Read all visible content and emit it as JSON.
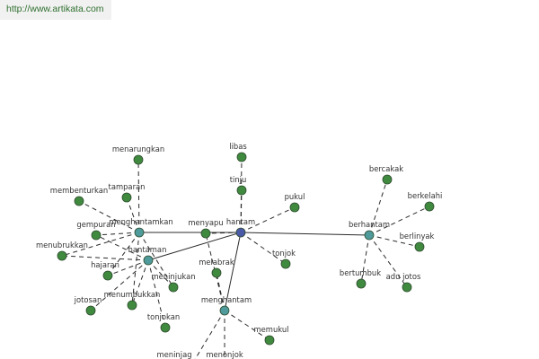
{
  "source": {
    "url_text": "http://www.artikata.com"
  },
  "graph": {
    "colors": {
      "root": "#4a5aa6",
      "hub": "#4f9a9a",
      "leaf": "#3f8a3f",
      "edge": "#2b2b2b"
    },
    "nodes": [
      {
        "id": "hantam",
        "label": "hantam",
        "kind": "root"
      },
      {
        "id": "menghantamkan",
        "label": "menghantamkan",
        "kind": "hub"
      },
      {
        "id": "hantaman",
        "label": "hantaman",
        "kind": "hub"
      },
      {
        "id": "berhantam",
        "label": "berhantam",
        "kind": "hub"
      },
      {
        "id": "menghantam",
        "label": "menghantam",
        "kind": "hub"
      },
      {
        "id": "menyapu",
        "label": "menyapu",
        "kind": "leaf"
      },
      {
        "id": "libas",
        "label": "libas",
        "kind": "leaf"
      },
      {
        "id": "tinju",
        "label": "tinju",
        "kind": "leaf"
      },
      {
        "id": "pukul",
        "label": "pukul",
        "kind": "leaf"
      },
      {
        "id": "tonjok",
        "label": "tonjok",
        "kind": "leaf"
      },
      {
        "id": "melabrak",
        "label": "melabrak",
        "kind": "leaf"
      },
      {
        "id": "menarungkan",
        "label": "menarungkan",
        "kind": "leaf"
      },
      {
        "id": "membenturkan",
        "label": "membenturkan",
        "kind": "leaf"
      },
      {
        "id": "tamparan",
        "label": "tamparan",
        "kind": "leaf"
      },
      {
        "id": "gempuran",
        "label": "gempuran",
        "kind": "leaf"
      },
      {
        "id": "menubrukkan",
        "label": "menubrukkan",
        "kind": "leaf"
      },
      {
        "id": "hajaran",
        "label": "hajaran",
        "kind": "leaf"
      },
      {
        "id": "meninjukan",
        "label": "meninjukan",
        "kind": "leaf"
      },
      {
        "id": "jotosan",
        "label": "jotosan",
        "kind": "leaf"
      },
      {
        "id": "menumbukkan",
        "label": "menumbukkan",
        "kind": "leaf"
      },
      {
        "id": "tonjokan",
        "label": "tonjokan",
        "kind": "leaf"
      },
      {
        "id": "bercakak",
        "label": "bercakak",
        "kind": "leaf"
      },
      {
        "id": "berkelahi",
        "label": "berkelahi",
        "kind": "leaf"
      },
      {
        "id": "berlinyak",
        "label": "berlinyak",
        "kind": "leaf"
      },
      {
        "id": "bertumbuk",
        "label": "bertumbuk",
        "kind": "leaf"
      },
      {
        "id": "adu_jotos",
        "label": "adu jotos",
        "kind": "leaf"
      },
      {
        "id": "memukul",
        "label": "memukul",
        "kind": "leaf"
      },
      {
        "id": "meninju",
        "label": "meninjag",
        "kind": "leaf"
      },
      {
        "id": "menonjok",
        "label": "menonjok",
        "kind": "leaf"
      }
    ],
    "edges": [
      {
        "from": "hantam",
        "to": "berhantam",
        "style": "solid"
      },
      {
        "from": "hantam",
        "to": "hantaman",
        "style": "solid"
      },
      {
        "from": "hantam",
        "to": "menghantamkan",
        "style": "solid"
      },
      {
        "from": "hantam",
        "to": "menghantam",
        "style": "solid"
      },
      {
        "from": "hantam",
        "to": "menyapu",
        "style": "dashed"
      },
      {
        "from": "hantam",
        "to": "libas",
        "style": "dashed"
      },
      {
        "from": "hantam",
        "to": "tinju",
        "style": "dashed"
      },
      {
        "from": "hantam",
        "to": "pukul",
        "style": "dashed"
      },
      {
        "from": "hantam",
        "to": "tonjok",
        "style": "dashed"
      },
      {
        "from": "menghantam",
        "to": "melabrak",
        "style": "dashed"
      },
      {
        "from": "menghantam",
        "to": "menyapu",
        "style": "dashed"
      },
      {
        "from": "menghantam",
        "to": "memukul",
        "style": "dashed"
      },
      {
        "from": "menghantam",
        "to": "meninju",
        "style": "dashed"
      },
      {
        "from": "menghantam",
        "to": "menonjok",
        "style": "dashed"
      },
      {
        "from": "menghantamkan",
        "to": "menarungkan",
        "style": "dashed"
      },
      {
        "from": "menghantamkan",
        "to": "membenturkan",
        "style": "dashed"
      },
      {
        "from": "menghantamkan",
        "to": "tamparan",
        "style": "dashed"
      },
      {
        "from": "menghantamkan",
        "to": "gempuran",
        "style": "dashed"
      },
      {
        "from": "menghantamkan",
        "to": "menubrukkan",
        "style": "dashed"
      },
      {
        "from": "menghantamkan",
        "to": "hajaran",
        "style": "dashed"
      },
      {
        "from": "menghantamkan",
        "to": "menumbukkan",
        "style": "dashed"
      },
      {
        "from": "menghantamkan",
        "to": "meninjukan",
        "style": "dashed"
      },
      {
        "from": "hantaman",
        "to": "gempuran",
        "style": "dashed"
      },
      {
        "from": "hantaman",
        "to": "menubrukkan",
        "style": "dashed"
      },
      {
        "from": "hantaman",
        "to": "hajaran",
        "style": "dashed"
      },
      {
        "from": "hantaman",
        "to": "jotosan",
        "style": "dashed"
      },
      {
        "from": "hantaman",
        "to": "menumbukkan",
        "style": "dashed"
      },
      {
        "from": "hantaman",
        "to": "tonjokan",
        "style": "dashed"
      },
      {
        "from": "hantaman",
        "to": "meninjukan",
        "style": "dashed"
      },
      {
        "from": "berhantam",
        "to": "bercakak",
        "style": "dashed"
      },
      {
        "from": "berhantam",
        "to": "berkelahi",
        "style": "dashed"
      },
      {
        "from": "berhantam",
        "to": "berlinyak",
        "style": "dashed"
      },
      {
        "from": "berhantam",
        "to": "bertumbuk",
        "style": "dashed"
      },
      {
        "from": "berhantam",
        "to": "adu_jotos",
        "style": "dashed"
      }
    ]
  }
}
